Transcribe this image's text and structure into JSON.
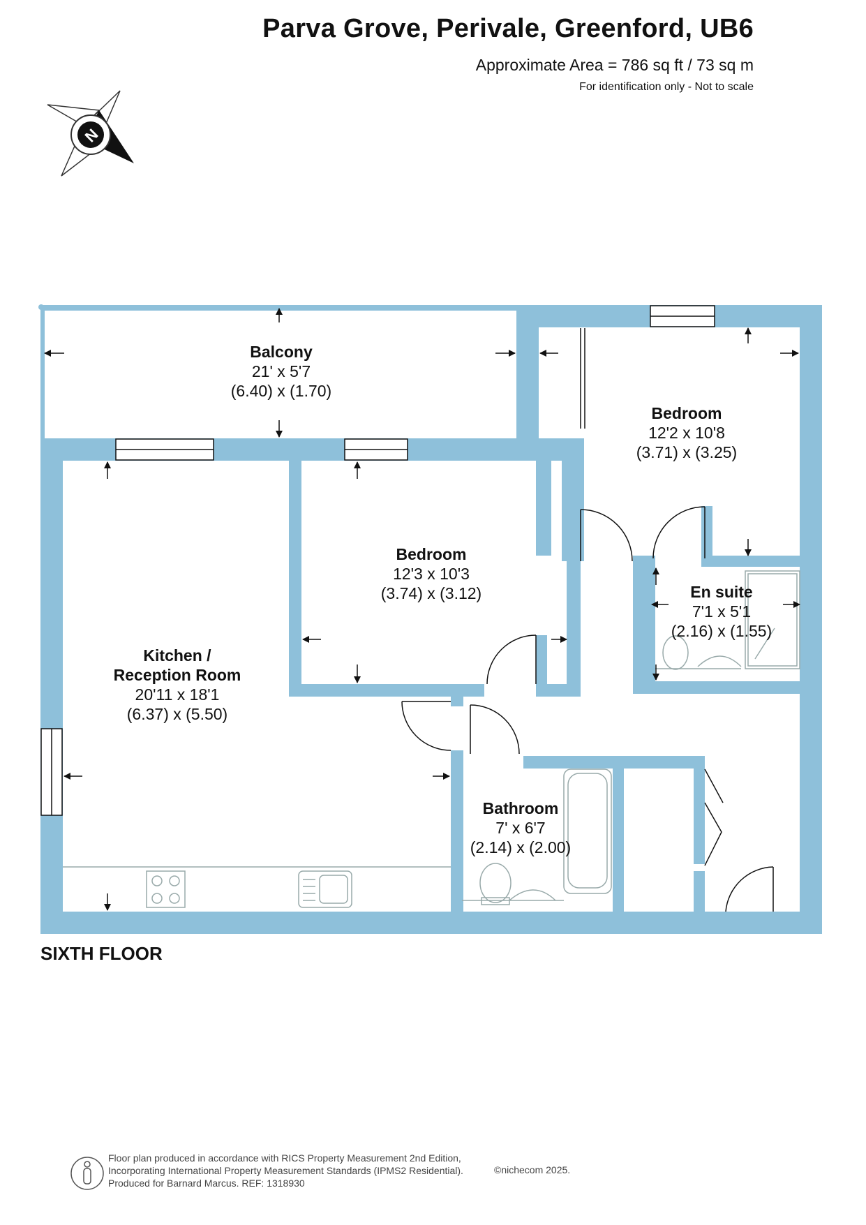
{
  "header": {
    "title": "Parva Grove, Perivale, Greenford, UB6",
    "area": "Approximate Area = 786 sq ft / 73 sq m",
    "note": "For identification only - Not to scale"
  },
  "compass": {
    "letter": "N"
  },
  "rooms": [
    {
      "name": "Balcony",
      "imperial": "21' x 5'7",
      "metric": "(6.40) x (1.70)"
    },
    {
      "name": "Bedroom",
      "imperial": "12'2 x 10'8",
      "metric": "(3.71) x (3.25)"
    },
    {
      "name": "Bedroom",
      "imperial": "12'3 x 10'3",
      "metric": "(3.74) x (3.12)"
    },
    {
      "name": "En suite",
      "imperial": "7'1 x 5'1",
      "metric": "(2.16) x (1.55)"
    },
    {
      "name": "Kitchen /",
      "name2": "Reception Room",
      "imperial": "20'11 x 18'1",
      "metric": "(6.37) x (5.50)"
    },
    {
      "name": "Bathroom",
      "imperial": "7' x 6'7",
      "metric": "(2.14) x (2.00)"
    }
  ],
  "floor_label": "SIXTH FLOOR",
  "footer": {
    "line1": "Floor plan produced in accordance with RICS Property Measurement 2nd Edition,",
    "line2": "Incorporating International Property Measurement Standards (IPMS2 Residential).",
    "line3": "Produced for Barnard Marcus.   REF:  1318930",
    "copyright": "©nichecom 2025."
  },
  "colors": {
    "wall": "#8ec0da",
    "ink": "#111111"
  }
}
